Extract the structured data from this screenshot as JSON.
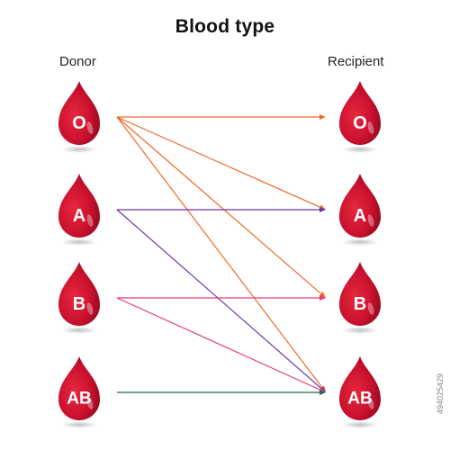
{
  "title": "Blood type",
  "donor_label": "Donor",
  "recipient_label": "Recipient",
  "stock_id": "494025429",
  "donors": [
    {
      "label": "O"
    },
    {
      "label": "A"
    },
    {
      "label": "B"
    },
    {
      "label": "AB"
    }
  ],
  "recipients": [
    {
      "label": "O"
    },
    {
      "label": "A"
    },
    {
      "label": "B"
    },
    {
      "label": "AB"
    }
  ],
  "compatibility": [
    {
      "from": 0,
      "to": 0,
      "color": "#ef6a2a"
    },
    {
      "from": 0,
      "to": 1,
      "color": "#ef6a2a"
    },
    {
      "from": 0,
      "to": 2,
      "color": "#ef6a2a"
    },
    {
      "from": 0,
      "to": 3,
      "color": "#ef6a2a"
    },
    {
      "from": 1,
      "to": 1,
      "color": "#6a35a8"
    },
    {
      "from": 1,
      "to": 3,
      "color": "#6a35a8"
    },
    {
      "from": 2,
      "to": 2,
      "color": "#e6397d"
    },
    {
      "from": 2,
      "to": 3,
      "color": "#e6397d"
    },
    {
      "from": 3,
      "to": 3,
      "color": "#1f6b4e"
    }
  ],
  "drop_color": "#c8102e"
}
